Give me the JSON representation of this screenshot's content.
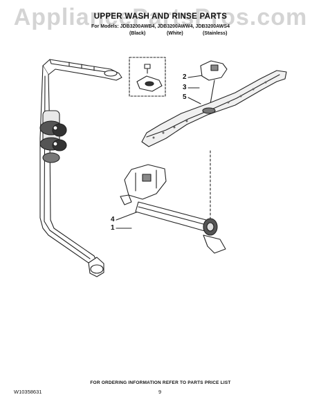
{
  "watermark": "AppliancePartsPros.com",
  "title": "UPPER WASH AND RINSE PARTS",
  "models_line": "For Models: JDB3200AWB4, JDB3200AWW4, JDB3200AWS4",
  "colors": [
    "(Black)",
    "(White)",
    "(Stainless)"
  ],
  "callouts": [
    "2",
    "3",
    "5",
    "4",
    "1"
  ],
  "footer_note": "FOR ORDERING INFORMATION REFER TO PARTS PRICE LIST",
  "doc_number": "W10358631",
  "page_number": "9"
}
